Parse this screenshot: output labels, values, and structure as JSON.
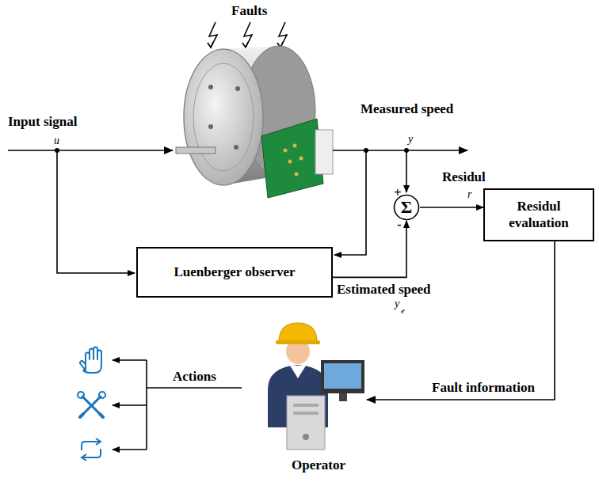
{
  "diagram": {
    "nodes": [
      {
        "text": [
          "Σ"
        ]
      },
      {
        "text": [
          "Residul evaluation"
        ]
      },
      {
        "text": [
          "Luenberger observer"
        ]
      }
    ],
    "edges": [
      {
        "from": 0,
        "to": 1,
        "arrow": "to"
      },
      {
        "from": 2,
        "to": 0,
        "arrow": "to"
      }
    ],
    "labels": [
      "Faults",
      "Input signal",
      "u",
      "Measured speed",
      "y",
      "+",
      "Residul",
      "r",
      "-",
      "Estimated speed",
      "y",
      "e",
      "Fault information",
      "Actions",
      "Operator"
    ]
  }
}
